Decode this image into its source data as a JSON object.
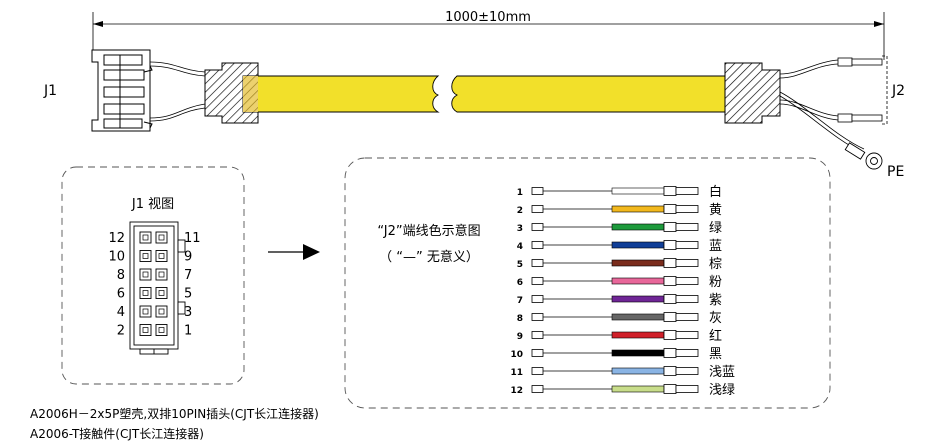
{
  "dimension": "1000±10mm",
  "connectors": {
    "left": "J1",
    "right": "J2",
    "ground": "PE"
  },
  "j1_view": {
    "title": "J1 视图",
    "left_pins": [
      "12",
      "10",
      "8",
      "6",
      "4",
      "2"
    ],
    "right_pins": [
      "11",
      "9",
      "7",
      "5",
      "3",
      "1"
    ]
  },
  "legend": {
    "title": "“J2”端线色示意图",
    "subtitle": "（ “—” 无意义）",
    "wires": [
      {
        "num": "1",
        "color_name": "白",
        "color": "#ffffff"
      },
      {
        "num": "2",
        "color_name": "黄",
        "color": "#f2b81d"
      },
      {
        "num": "3",
        "color_name": "绿",
        "color": "#1d9a3c"
      },
      {
        "num": "4",
        "color_name": "蓝",
        "color": "#103e97"
      },
      {
        "num": "5",
        "color_name": "棕",
        "color": "#7a2c1c"
      },
      {
        "num": "6",
        "color_name": "粉",
        "color": "#e8679a"
      },
      {
        "num": "7",
        "color_name": "紫",
        "color": "#6f2596"
      },
      {
        "num": "8",
        "color_name": "灰",
        "color": "#666666"
      },
      {
        "num": "9",
        "color_name": "红",
        "color": "#d0202a"
      },
      {
        "num": "10",
        "color_name": "黑",
        "color": "#000000"
      },
      {
        "num": "11",
        "color_name": "浅蓝",
        "color": "#8ab4e4"
      },
      {
        "num": "12",
        "color_name": "浅绿",
        "color": "#c8dd8a"
      }
    ]
  },
  "notes": [
    "A2006H－2x5P塑壳,双排10PIN插头(CJT长江连接器)",
    "A2006-T接触件(CJT长江连接器)"
  ],
  "cable_color": "#f2e02a"
}
